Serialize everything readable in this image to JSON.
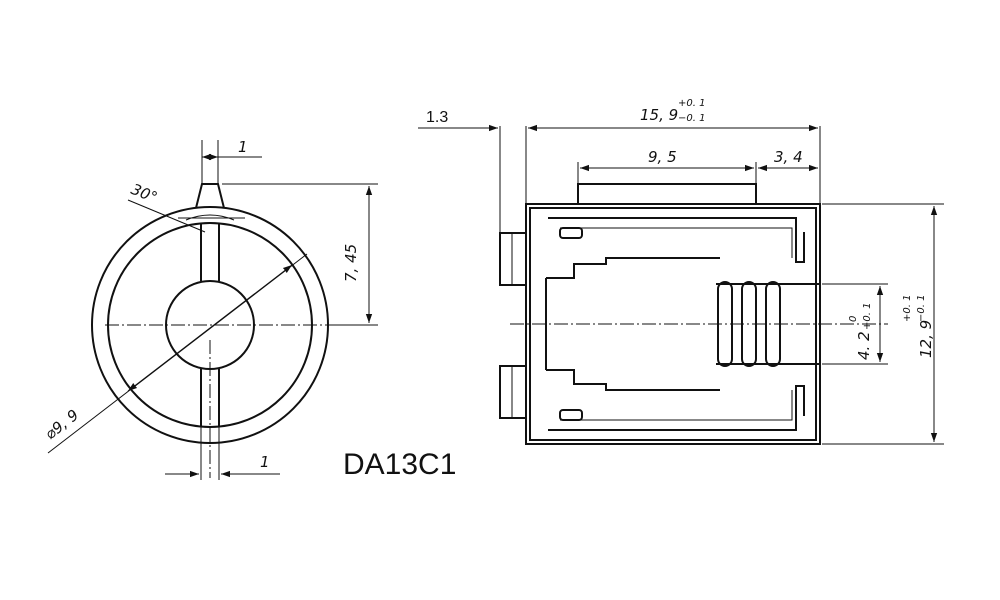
{
  "part_label": "DA13C1",
  "front_view": {
    "pointer_width": "1",
    "pointer_angle": "30°",
    "pointer_height": "7, 45",
    "diameter": "⌀9, 9",
    "slot_width": "1"
  },
  "side_view": {
    "overall_length": "15, 9",
    "overall_length_tol_upper": "+0. 1",
    "overall_length_tol_lower": "−0. 1",
    "flange_offset": "1.3",
    "top_feature_length": "9, 5",
    "top_feature_offset": "3, 4",
    "bore_diameter": "4. 2",
    "bore_tol_upper": "0",
    "bore_tol_lower": "+0. 1",
    "overall_height": "12, 9",
    "overall_height_tol_upper": "+0. 1",
    "overall_height_tol_lower": "−0. 1"
  }
}
